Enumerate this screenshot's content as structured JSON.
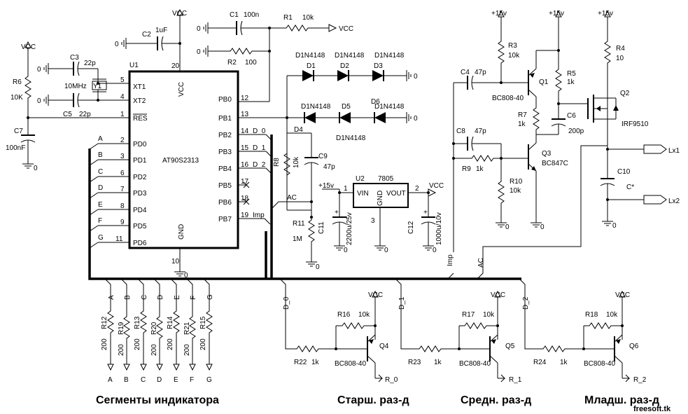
{
  "labels": {
    "vcc": "VCC",
    "v15": "+15v",
    "gnd": "0",
    "u1": "U1",
    "mcu": "AT90S2313",
    "mcu_vcc": "VCC",
    "mcu_gnd": "GND",
    "pin_xt1": "XT1",
    "pin_xt2": "XT2",
    "pin_res": "RES",
    "pins_left": [
      "PD0",
      "PD1",
      "PD2",
      "PD3",
      "PD4",
      "PD5",
      "PD6"
    ],
    "pins_right": [
      "PB0",
      "PB1",
      "PB2",
      "PB3",
      "PB4",
      "PB5",
      "PB6",
      "PB7"
    ],
    "pin_nums_left": [
      "5",
      "4",
      "1",
      "2",
      "3",
      "6",
      "7",
      "8",
      "9",
      "11"
    ],
    "pin_nums_right": [
      "12",
      "13",
      "14",
      "15",
      "16",
      "17",
      "18",
      "19"
    ],
    "pin_20": "20",
    "pin_10": "10",
    "seg_letters": [
      "A",
      "B",
      "C",
      "D",
      "E",
      "F",
      "G"
    ],
    "net_d0": "D_0",
    "net_d1": "D_1",
    "net_d2": "D_2",
    "net_imp": "Imp",
    "net_ac": "AC",
    "r6": "R6",
    "r6v": "10K",
    "c7": "C7",
    "c7v": "100nF",
    "c3": "C3",
    "c3v": "22p",
    "c5": "C5",
    "c5v": "22p",
    "y1": "Y1",
    "y1v": "10MHz",
    "c2": "C2",
    "c2v": "1uF",
    "c1": "C1",
    "c1v": "100n",
    "r1": "R1",
    "r1v": "10k",
    "r2": "R2",
    "r2v": "100",
    "diode": "D1N4148",
    "d1": "D1",
    "d2": "D2",
    "d3": "D3",
    "d4": "D4",
    "d5": "D5",
    "d6": "D6",
    "r8": "R8",
    "r8v": "10k",
    "c9": "C9",
    "c9v": "47p",
    "r11": "R11",
    "r11v": "1M",
    "u2": "U2",
    "u2v": "7805",
    "u2_vin": "VIN",
    "u2_gnd": "GND",
    "u2_vout": "VOUT",
    "u2_p1": "1",
    "u2_p2": "2",
    "u2_p3": "3",
    "c11": "C11",
    "c11v": "2200u/25v",
    "c12": "C12",
    "c12v": "1000u/10v",
    "r3": "R3",
    "r3v": "10k",
    "r5": "R5",
    "r5v": "1k",
    "r7": "R7",
    "r7v": "1k",
    "c4": "C4",
    "c4v": "47p",
    "q1": "Q1",
    "q1v": "BC808-40",
    "c6": "C6",
    "c6v": "200p",
    "r4": "R4",
    "r4v": "10",
    "q2": "Q2",
    "q2v": "IRF9510",
    "c8": "C8",
    "c8v": "47p",
    "r9": "R9",
    "r9v": "1k",
    "r10": "R10",
    "r10v": "10k",
    "q3": "Q3",
    "q3v": "BC847C",
    "c10": "C10",
    "c10v": "C*",
    "lx1": "Lx1",
    "lx2": "Lx2",
    "r12": "R12",
    "r19": "R19",
    "r13": "R13",
    "r20": "R20",
    "r14": "R14",
    "r21": "R21",
    "r15": "R15",
    "r200": "200",
    "r16": "R16",
    "r16v": "10k",
    "r17": "R17",
    "r17v": "10k",
    "r18": "R18",
    "r18v": "10k",
    "r22": "R22",
    "r22v": "1k",
    "r23": "R23",
    "r23v": "1k",
    "r24": "R24",
    "r24v": "1k",
    "q4": "Q4",
    "q5": "Q5",
    "q6": "Q6",
    "bc808": "BC808-40",
    "r_0": "R_0",
    "r_1": "R_1",
    "r_2": "R_2"
  },
  "captions": {
    "segments": "Сегменты индикатора",
    "digit_high": "Старш. раз-д",
    "digit_mid": "Средн. раз-д",
    "digit_low": "Младш. раз-д",
    "watermark": "freesoft.tk"
  }
}
